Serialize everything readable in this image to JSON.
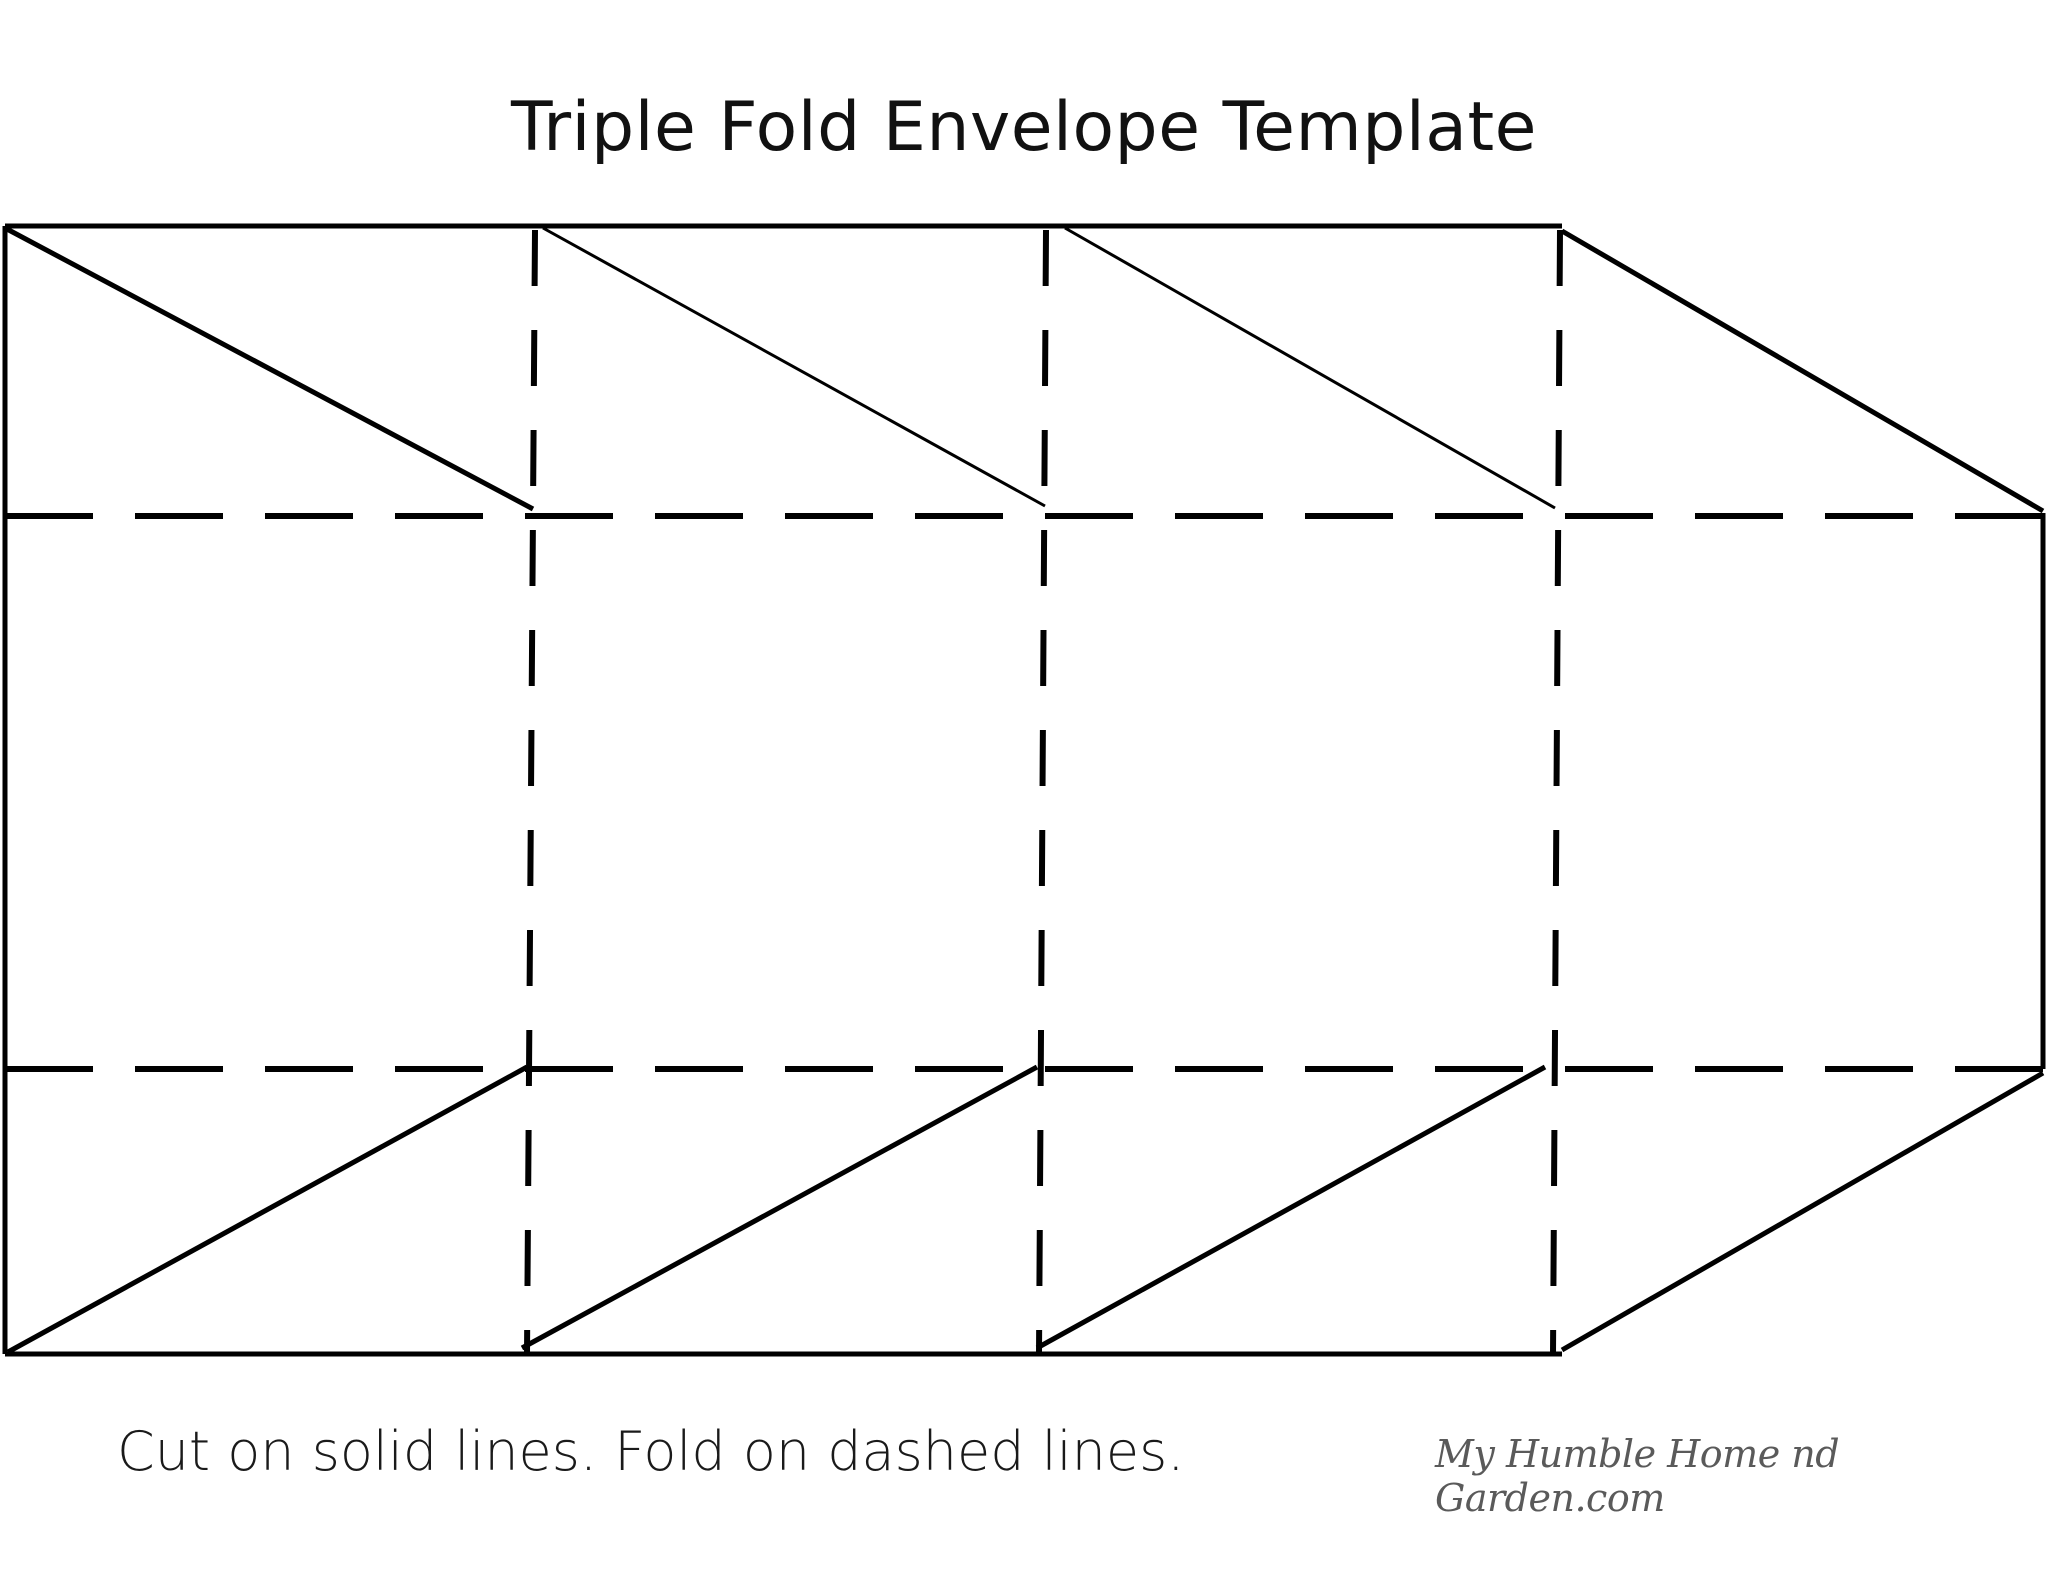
{
  "title": "Triple Fold Envelope Template",
  "instructions": "Cut on solid lines.  Fold on dashed lines.",
  "watermark": "My Humble Home nd Garden.com",
  "colors": {
    "line": "#000000",
    "background": "#ffffff"
  }
}
